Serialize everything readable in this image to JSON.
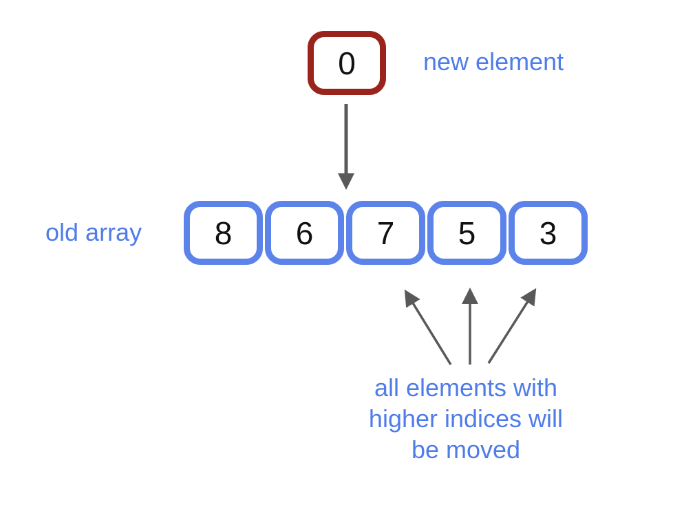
{
  "diagram": {
    "title_semantics": "array insertion illustration",
    "new_element": {
      "value": "0",
      "label": "new element"
    },
    "old_array": {
      "label": "old array",
      "values": [
        "8",
        "6",
        "7",
        "5",
        "3"
      ]
    },
    "caption": {
      "lines": [
        "all elements with",
        "higher indices will",
        "be moved"
      ]
    },
    "arrows": {
      "insert_arrow_direction": "down",
      "insert_arrow_points_between": [
        "6",
        "7"
      ],
      "moved_arrows_count": 3,
      "moved_arrows_point_to": [
        "7",
        "5",
        "3"
      ]
    },
    "colors": {
      "array_border_blue": "#5B83EA",
      "label_text_blue": "#4F7CE9",
      "new_element_border_red": "#9A231B",
      "arrow_gray": "#595959",
      "number_black": "#111111",
      "background": "#FFFFFF"
    }
  }
}
